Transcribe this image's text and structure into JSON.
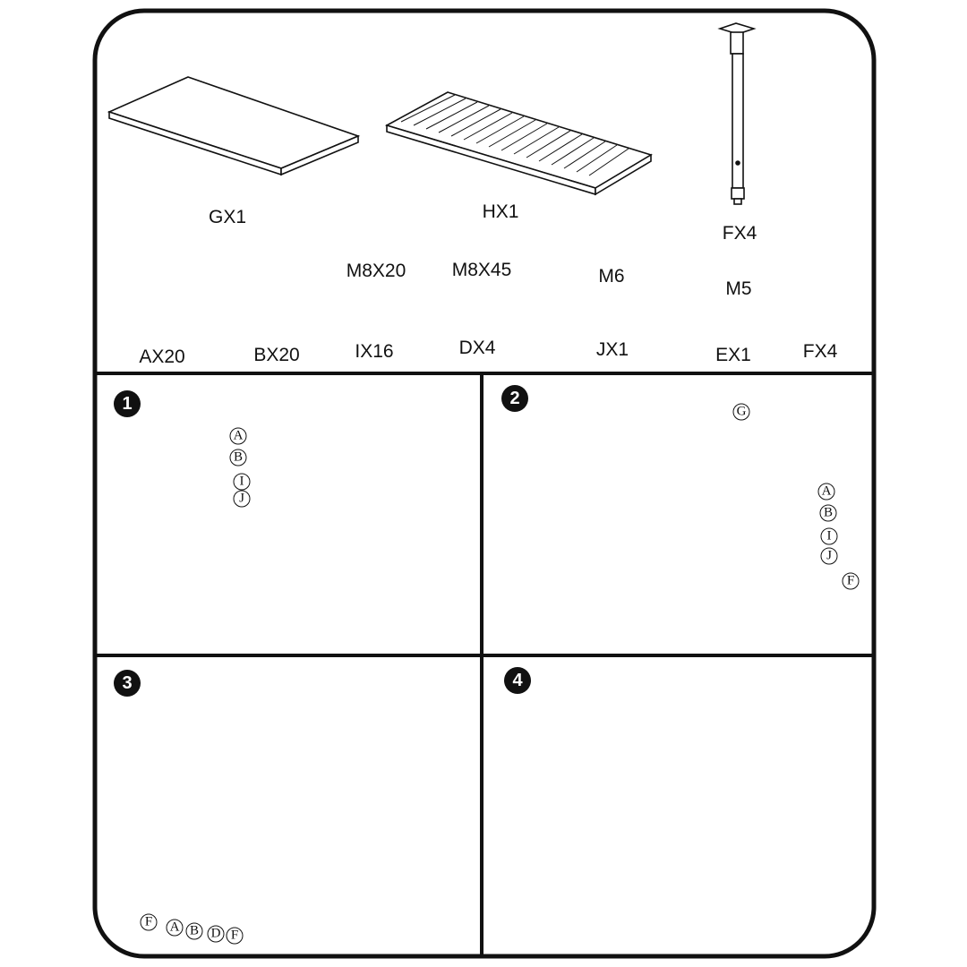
{
  "parts": {
    "gx1": "GX1",
    "hx1": "HX1",
    "fx4_leg": "FX4",
    "m8x20": "M8X20",
    "m8x45": "M8X45",
    "m6": "M6",
    "m5": "M5",
    "ax20": "AX20",
    "bx20": "BX20",
    "ix16": "IX16",
    "dx4": "DX4",
    "jx1": "JX1",
    "ex1": "EX1",
    "fx4_bracket": "FX4"
  },
  "steps": {
    "s1": "1",
    "s2": "2",
    "s3": "3",
    "s4": "4"
  },
  "callouts": {
    "a": "A",
    "b": "B",
    "i": "I",
    "j": "J",
    "g": "G",
    "f": "F",
    "d": "D"
  }
}
